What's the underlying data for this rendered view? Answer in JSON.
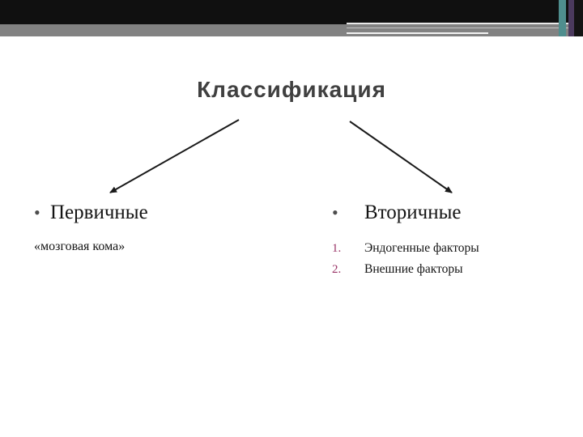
{
  "slide": {
    "title": "Классификация",
    "left": {
      "bullet": "•",
      "heading": "Первичные",
      "sub": "«мозговая кома»"
    },
    "right": {
      "bullet": "•",
      "heading": "Вторичные",
      "items": [
        {
          "num": "1.",
          "text": "Эндогенные факторы"
        },
        {
          "num": "2.",
          "text": "Внешние факторы"
        }
      ]
    },
    "colors": {
      "title_color": "#404040",
      "number_color": "#993366",
      "accent_teal": "#4f8e8e",
      "accent_purple": "#4b3a5e"
    }
  }
}
